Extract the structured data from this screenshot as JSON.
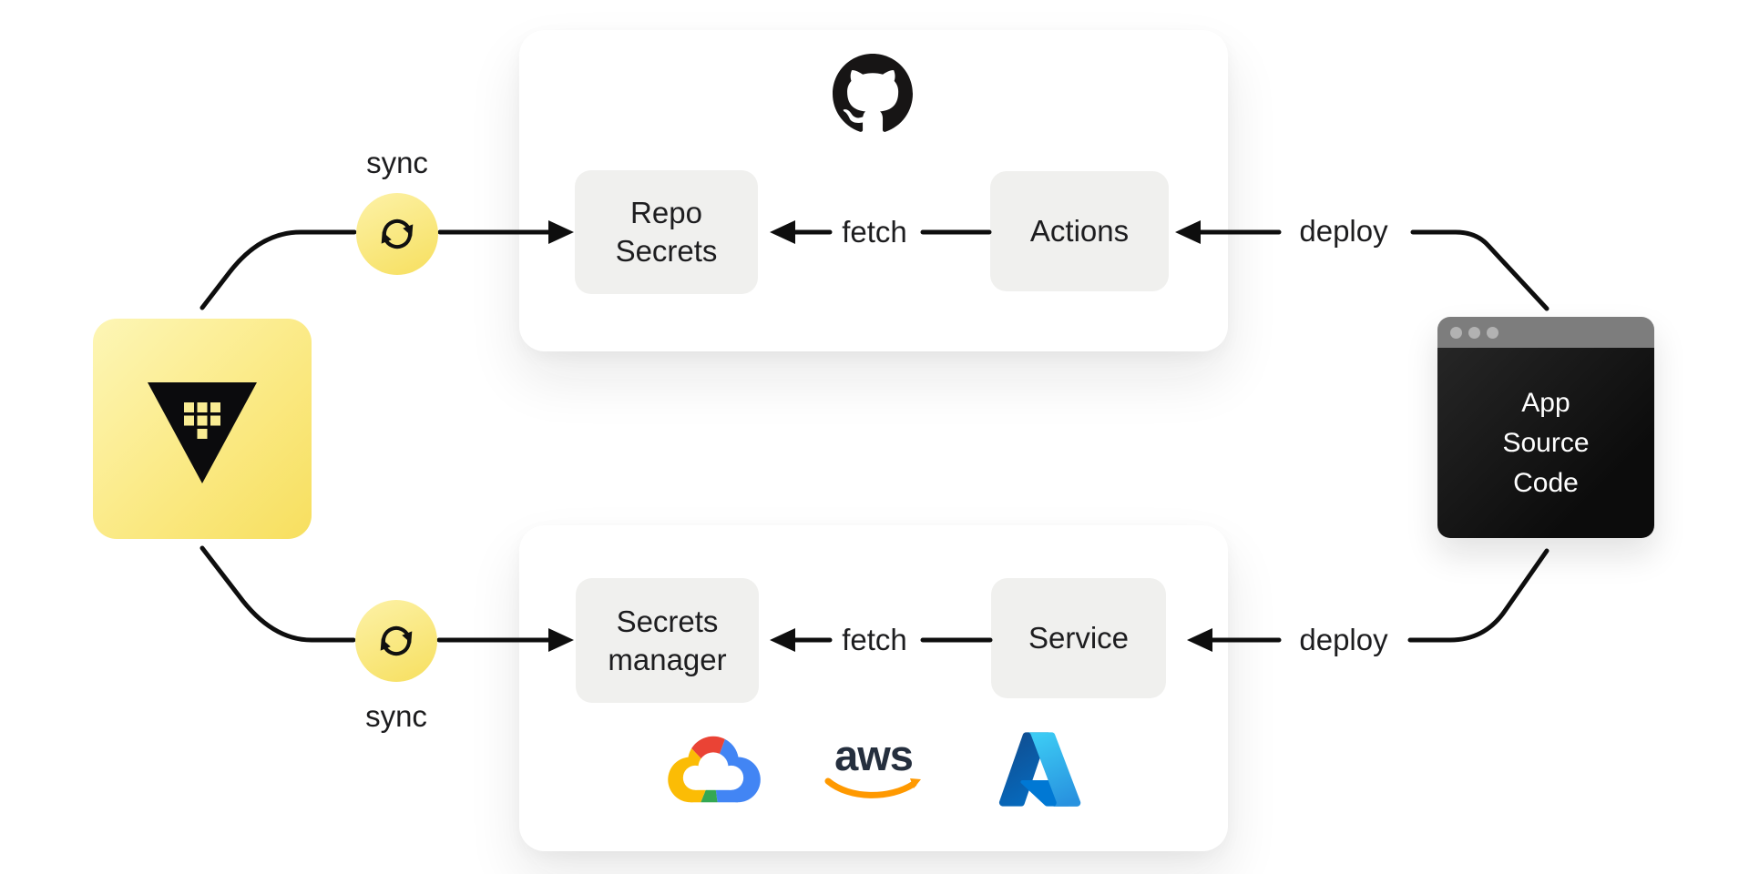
{
  "vault": {
    "icon": "vault-icon",
    "tile_color_start": "#fdf6b6",
    "tile_color_end": "#f7df5f",
    "mark_color": "#0b0b0d"
  },
  "sync": {
    "top_label": "sync",
    "bottom_label": "sync",
    "icon": "sync-refresh-icon",
    "circle_color_start": "#fcf0a0",
    "circle_color_end": "#f7e166"
  },
  "github_card": {
    "icon": "github-icon",
    "repo_secrets": {
      "line1": "Repo",
      "line2": "Secrets"
    },
    "actions_label": "Actions",
    "fetch_label": "fetch",
    "deploy_label": "deploy"
  },
  "cloud_card": {
    "secrets_manager": {
      "line1": "Secrets",
      "line2": "manager"
    },
    "service_label": "Service",
    "fetch_label": "fetch",
    "deploy_label": "deploy",
    "providers": {
      "google_cloud_icon": {
        "red": "#EA4335",
        "blue": "#4285F4",
        "green": "#34A853",
        "yellow": "#FBBC05"
      },
      "aws_icon": {
        "wordmark": "aws",
        "text_color": "#252F3E",
        "smile_color": "#FF9900"
      },
      "azure_icon": {
        "blue_dark": "#114A8B",
        "blue_mid": "#0669BC",
        "blue_flat": "#0078D4",
        "blue_light": "#3CCBF4"
      }
    }
  },
  "app_window": {
    "line1": "App",
    "line2": "Source",
    "line3": "Code",
    "titlebar_color": "#7d7d7d",
    "body_color": "#141414"
  },
  "style": {
    "background": "#ffffff",
    "card_bg": "#ffffff",
    "box_bg": "#f0f0ee",
    "box_text": "#1d1d1f",
    "line_color": "#0e0e0e"
  }
}
